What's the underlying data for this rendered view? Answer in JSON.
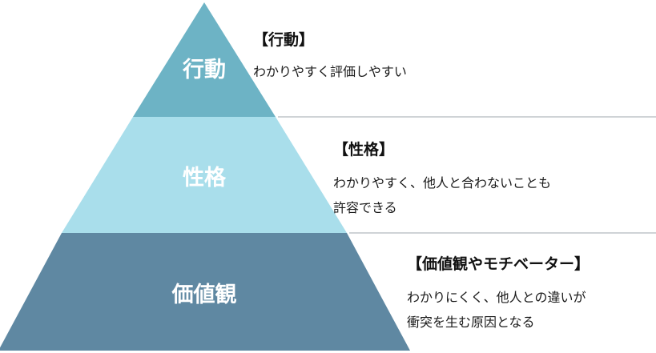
{
  "colors": {
    "top": "#6db3c5",
    "middle": "#a9deeb",
    "bottom": "#5f88a2"
  },
  "tiers": {
    "top": {
      "label": "行動"
    },
    "middle": {
      "label": "性格"
    },
    "bottom": {
      "label": "価値観"
    }
  },
  "descriptions": {
    "behavior": {
      "heading": "【行動】",
      "lines": [
        "わかりやすく評価しやすい"
      ]
    },
    "personality": {
      "heading": "【性格】",
      "lines": [
        "わかりやすく、他人と合わないことも",
        "許容できる"
      ]
    },
    "values": {
      "heading": "【価値観やモチベーター】",
      "lines": [
        "わかりにくく、他人との違いが",
        "衝突を生む原因となる"
      ]
    }
  }
}
